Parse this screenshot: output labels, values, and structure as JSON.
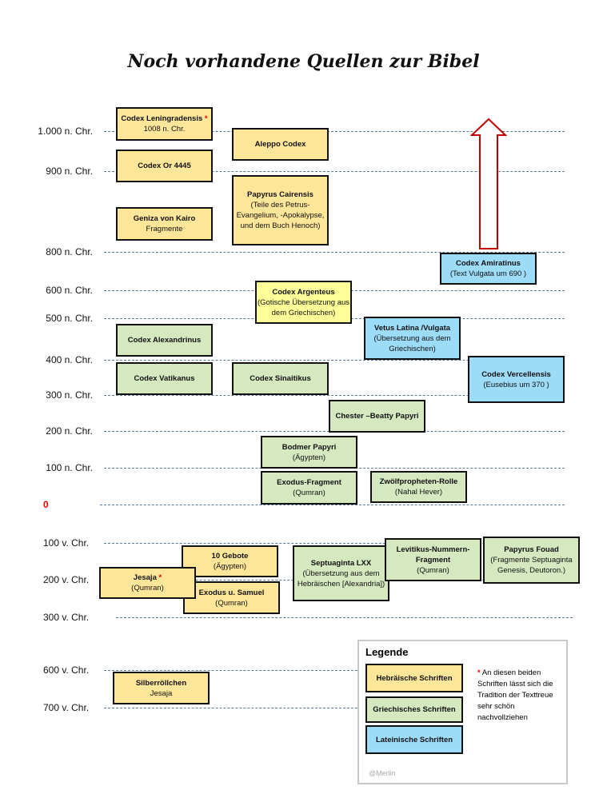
{
  "title": "Noch vorhandene Quellen zur Bibel",
  "axis": [
    "1.000 n. Chr.",
    "900 n. Chr.",
    "800 n. Chr.",
    "600 n. Chr.",
    "500 n. Chr.",
    "400 n. Chr.",
    "300 n. Chr.",
    "200 n. Chr.",
    "100 n. Chr.",
    "0",
    "100  v. Chr.",
    "200  v. Chr.",
    "300  v. Chr.",
    "600  v. Chr.",
    "700  v. Chr."
  ],
  "boxes": [
    {
      "name": "Codex Leningradensis",
      "sub": "1008 n. Chr.",
      "star": "*"
    },
    {
      "name": "Aleppo Codex",
      "sub": ""
    },
    {
      "name": "Codex Or  4445",
      "sub": ""
    },
    {
      "name": "Geniza von Kairo",
      "sub": "Fragmente"
    },
    {
      "name": "Papyrus  Cairensis",
      "sub": "(Teile des Petrus-Evangelium, -Apokalypse, und dem Buch Henoch)"
    },
    {
      "name": "Codex Amiratinus",
      "sub": "(Text Vulgata um 690 )"
    },
    {
      "name": "Codex Argenteus",
      "sub": "(Gotische Übersetzung aus dem Griechischen)"
    },
    {
      "name": "Codex Alexandrinus",
      "sub": ""
    },
    {
      "name": "Vetus Latina  /Vulgata",
      "sub": "(Übersetzung aus dem Griechischen)"
    },
    {
      "name": "Codex Vatikanus",
      "sub": ""
    },
    {
      "name": "Codex Sinaitikus",
      "sub": ""
    },
    {
      "name": "Codex Vercellensis",
      "sub": "(Eusebius um 370 )"
    },
    {
      "name": "Chester –Beatty Papyri",
      "sub": ""
    },
    {
      "name": "Bodmer Papyri",
      "sub": "(Ägypten)"
    },
    {
      "name": "Exodus-Fragment",
      "sub": "(Qumran)"
    },
    {
      "name": "Zwölfpropheten-Rolle",
      "sub": "(Nahal Hever)"
    },
    {
      "name": "10 Gebote",
      "sub": "(Ägypten)"
    },
    {
      "name": "Jesaja",
      "sub": "(Qumran)",
      "star": "*"
    },
    {
      "name": "Exodus u. Samuel",
      "sub": "(Qumran)"
    },
    {
      "name": "Septuaginta LXX",
      "sub": "(Übersetzung aus dem Hebräischen [Alexandria])"
    },
    {
      "name": "Levitikus-Nummern-Fragment",
      "sub": "(Qumran)"
    },
    {
      "name": "Papyrus Fouad",
      "sub": "(Fragmente Septuaginta Genesis, Deutoron.)"
    },
    {
      "name": "Silberröllchen",
      "sub": "Jesaja"
    }
  ],
  "legend": {
    "title": "Legende",
    "hebrew": "Hebräische Schriften",
    "greek": "Griechisches Schriften",
    "latin": "Lateinische Schriften",
    "star": "*",
    "note": "An diesen beiden Schriften lässt sich die Tradition der Texttreue sehr schön nachvollziehen",
    "credit": "@Merlin"
  },
  "colors": {
    "hebrew": "#ffe699",
    "greek": "#d5e8c0",
    "latin": "#9ddcf9",
    "gothic": "#ffff99",
    "arrow": "#c00000"
  }
}
